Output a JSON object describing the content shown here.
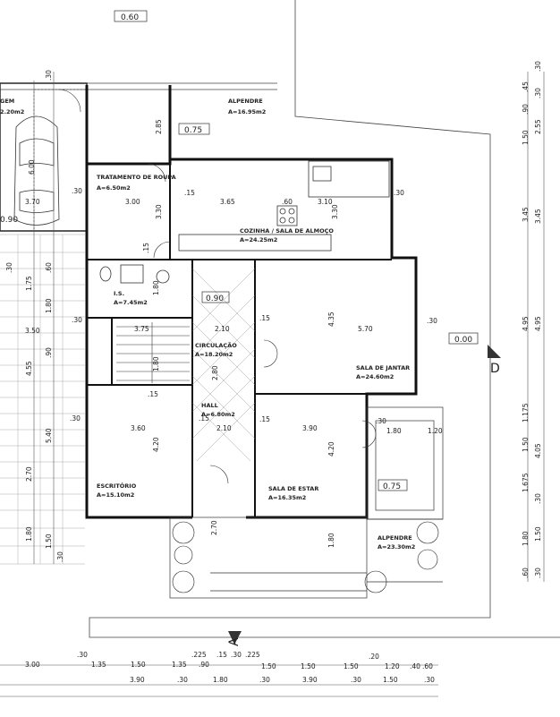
{
  "rooms": [
    {
      "name": "TRATAMENTO DE ROUPA",
      "area": "A=6.50m2"
    },
    {
      "name": "ALPENDRE",
      "area": "A=16.95m2"
    },
    {
      "name": "COZINHA / SALA DE ALMOÇO",
      "area": "A=24.25m2"
    },
    {
      "name": "I.S.",
      "area": "A=7.45m2"
    },
    {
      "name": "CIRCULAÇÃO",
      "area": "A=18.20m2"
    },
    {
      "name": "SALA DE JANTAR",
      "area": "A=24.60m2"
    },
    {
      "name": "HALL",
      "area": "A=6.80m2"
    },
    {
      "name": "ESCRITÓRIO",
      "area": "A=15.10m2"
    },
    {
      "name": "SALA DE ESTAR",
      "area": "A=16.35m2"
    },
    {
      "name": "ALPENDRE",
      "area": "A=23.30m2"
    },
    {
      "name": "GEM",
      "area": "2.20m2"
    }
  ],
  "levels": [
    "0.60",
    "0.75",
    "0.90",
    "0.00",
    "0.75",
    "0.90"
  ],
  "section_marks": [
    "D",
    "A"
  ],
  "interior_dims": [
    "3.00",
    "3.30",
    "3.65",
    ".60",
    "3.10",
    "3.30",
    "3.70",
    "6.00",
    "1.80",
    "3.75",
    "1.80",
    "2.10",
    "2.80",
    "4.35",
    "5.70",
    "3.60",
    "4.20",
    "2.10",
    "3.90",
    "4.20",
    "1.80",
    "1.20",
    "2.70",
    "1.80",
    "2.85",
    ".15",
    ".15",
    ".15",
    ".15",
    ".15",
    ".15",
    ".30",
    ".30",
    ".30",
    ".30",
    ".30",
    ".30"
  ],
  "left_dims": [
    ".30",
    "1.75",
    "1.80",
    "3.50",
    ".90",
    "4.55",
    "5.40",
    "2.70",
    "1.80",
    "1.50",
    ".30",
    ".60",
    ".30"
  ],
  "right_dims": [
    ".30",
    ".45",
    ".30",
    ".90",
    "1.50",
    "2.55",
    "3.45",
    "3.45",
    "4.95",
    "4.95",
    "1.175",
    "1.50",
    "4.05",
    "1.675",
    ".30",
    "1.80",
    "1.50",
    ".60",
    ".30"
  ],
  "bottom_dims_row1": [
    "3.00",
    ".30",
    "1.35",
    "1.50",
    "1.35",
    ".225",
    ".90",
    ".15",
    ".30",
    ".225",
    "1.50",
    "1.50",
    "1.50",
    ".20",
    "1.20",
    ".40",
    ".60"
  ],
  "bottom_dims_row2": [
    "3.90",
    ".30",
    "1.80",
    ".30",
    "3.90",
    ".30",
    "1.50",
    ".30"
  ]
}
